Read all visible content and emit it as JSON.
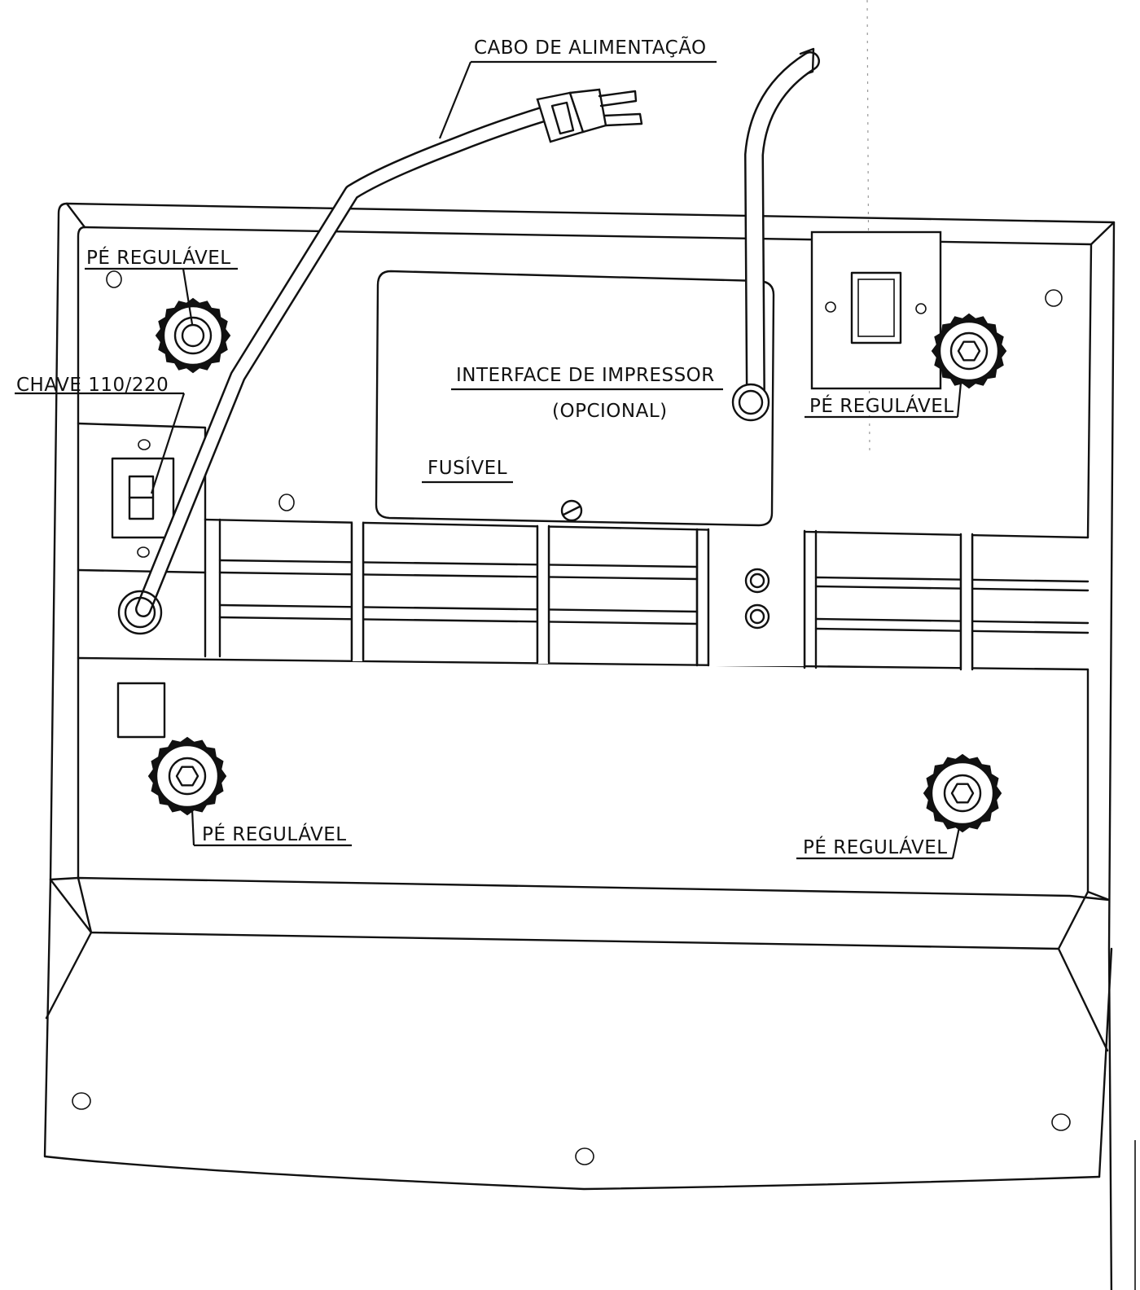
{
  "labels": {
    "power_cable": "CABO DE ALIMENTAÇÃO",
    "adjustable_foot_top_left": "PÉ REGULÁVEL",
    "adjustable_foot_top_right": "PÉ REGULÁVEL",
    "adjustable_foot_bottom_left": "PÉ REGULÁVEL",
    "adjustable_foot_bottom_right": "PÉ REGULÁVEL",
    "voltage_switch": "CHAVE 110/220",
    "printer_interface": "INTERFACE DE IMPRESSOR",
    "printer_interface_optional": "(OPCIONAL)",
    "fuse": "FUSÍVEL"
  },
  "colors": {
    "line": "#111111",
    "background": "#ffffff"
  }
}
